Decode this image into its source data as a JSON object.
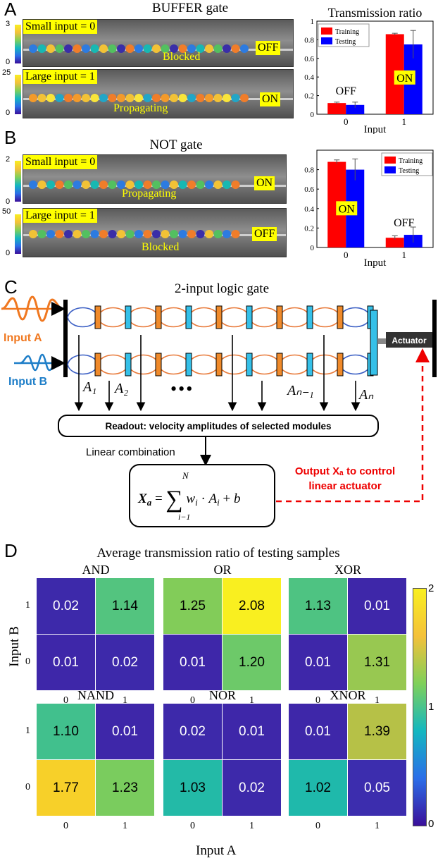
{
  "panels": {
    "A": {
      "letter": "A",
      "title": "BUFFER gate",
      "top": {
        "label": "Small input = 0",
        "status_text": "Blocked",
        "state": "OFF",
        "cbar_max": "3",
        "cbar_min": "0"
      },
      "bottom": {
        "label": "Large input = 1",
        "status_text": "Propagating",
        "state": "ON",
        "cbar_max": "25",
        "cbar_min": "0"
      }
    },
    "B": {
      "letter": "B",
      "title": "NOT gate",
      "top": {
        "label": "Small input = 0",
        "status_text": "Propagating",
        "state": "ON",
        "cbar_max": "2",
        "cbar_min": "0"
      },
      "bottom": {
        "label": "Large input = 1",
        "status_text": "Blocked",
        "state": "OFF",
        "cbar_max": "50",
        "cbar_min": "0"
      }
    },
    "C": {
      "letter": "C",
      "title": "2-input logic gate",
      "input_a": "Input A",
      "input_b": "Input B",
      "actuator": "Actuator",
      "readout": "Readout: velocity amplitudes of selected modules",
      "linear_combination": "Linear combination",
      "output_note_line1": "Output Xₐ to control",
      "output_note_line2": "linear actuator",
      "dots": "•••",
      "amp_labels": [
        "A₁",
        "A₂",
        "Aₙ₋₁",
        "Aₙ"
      ]
    },
    "D": {
      "letter": "D",
      "title": "Average transmission ratio of testing samples",
      "xlabel": "Input A",
      "ylabel": "Input B",
      "colorbar": {
        "max": "2",
        "mid": "1",
        "min": "0"
      }
    }
  },
  "chart_data": [
    {
      "type": "bar",
      "title": "Transmission ratio",
      "xlabel": "Input",
      "categories": [
        "0",
        "1"
      ],
      "series": [
        {
          "name": "Training",
          "color": "#ff0000",
          "values": [
            0.12,
            0.86
          ],
          "errors": [
            0.01,
            0.01
          ]
        },
        {
          "name": "Testing",
          "color": "#0000ff",
          "values": [
            0.1,
            0.75
          ],
          "errors": [
            0.03,
            0.15
          ]
        }
      ],
      "annotations": [
        "OFF",
        "ON"
      ],
      "ylim": [
        0,
        1
      ],
      "yticks": [
        "0",
        "0.2",
        "0.4",
        "0.6",
        "0.8",
        "1"
      ]
    },
    {
      "type": "bar",
      "title": "",
      "xlabel": "Input",
      "categories": [
        "0",
        "1"
      ],
      "series": [
        {
          "name": "Training",
          "color": "#ff0000",
          "values": [
            0.88,
            0.1
          ],
          "errors": [
            0.02,
            0.02
          ]
        },
        {
          "name": "Testing",
          "color": "#0000ff",
          "values": [
            0.8,
            0.13
          ],
          "errors": [
            0.11,
            0.08
          ]
        }
      ],
      "annotations": [
        "ON",
        "OFF"
      ],
      "ylim": [
        0,
        1
      ],
      "yticks": [
        "0",
        "0.2",
        "0.4",
        "0.6",
        "0.8"
      ]
    },
    {
      "type": "heatmap",
      "gates": [
        {
          "name": "AND",
          "rows": [
            [
              0.02,
              1.14
            ],
            [
              0.01,
              0.02
            ]
          ]
        },
        {
          "name": "OR",
          "rows": [
            [
              1.25,
              2.08
            ],
            [
              0.01,
              1.2
            ]
          ]
        },
        {
          "name": "XOR",
          "rows": [
            [
              1.13,
              0.01
            ],
            [
              0.01,
              1.31
            ]
          ]
        },
        {
          "name": "NAND",
          "rows": [
            [
              1.1,
              0.01
            ],
            [
              1.77,
              1.23
            ]
          ]
        },
        {
          "name": "NOR",
          "rows": [
            [
              0.02,
              0.01
            ],
            [
              1.03,
              0.02
            ]
          ]
        },
        {
          "name": "XNOR",
          "rows": [
            [
              0.01,
              1.39
            ],
            [
              1.02,
              0.05
            ]
          ]
        }
      ],
      "row_labels": [
        "1",
        "0"
      ],
      "col_labels": [
        "0",
        "1"
      ],
      "clim": [
        0,
        2
      ]
    }
  ]
}
